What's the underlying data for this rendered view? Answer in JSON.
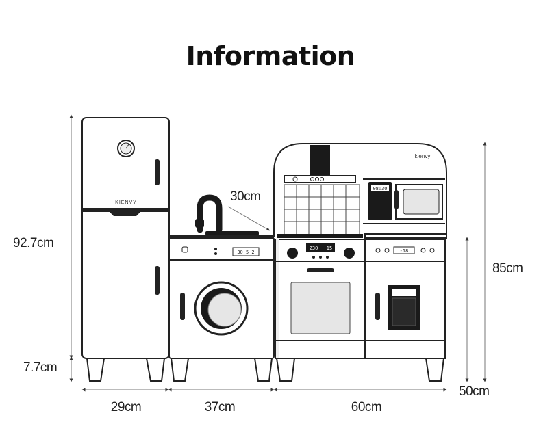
{
  "title": "Information",
  "dimensions": {
    "fridge_height": "92.7cm",
    "leg_height": "7.7cm",
    "fridge_width": "29cm",
    "washer_width": "37cm",
    "stove_width": "60cm",
    "counter_to_hood": "30cm",
    "stove_unit_height": "85cm",
    "counter_height": "50cm"
  },
  "labels": {
    "fridge_brand": "KIENVY",
    "stove_brand": "kienvy",
    "washer_display": "30 5 2",
    "oven_display": "230",
    "oven_display_small": "15",
    "cabinet_display": "-18",
    "microwave_display": "08:30"
  },
  "colors": {
    "line": "#222222",
    "fill_dark": "#1a1a1a",
    "fill_light": "#e6e6e6",
    "text": "#111111"
  }
}
